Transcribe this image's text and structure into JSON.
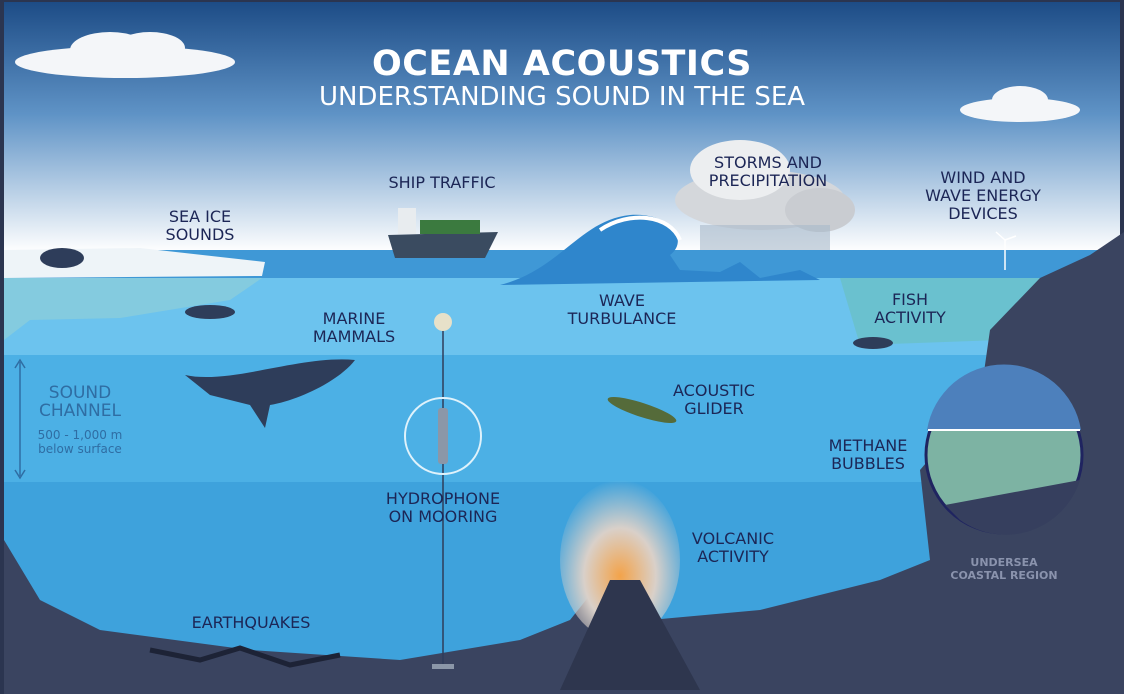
{
  "header": {
    "title": "OCEAN ACOUSTICS",
    "subtitle": "UNDERSTANDING SOUND IN THE SEA"
  },
  "labels": {
    "sea_ice": [
      "SEA ICE",
      "SOUNDS"
    ],
    "ship": [
      "SHIP TRAFFIC"
    ],
    "storms": [
      "STORMS AND",
      "PRECIPITATION"
    ],
    "wind": [
      "WIND AND",
      "WAVE ENERGY",
      "DEVICES"
    ],
    "mammals": [
      "MARINE",
      "MAMMALS"
    ],
    "wave": [
      "WAVE",
      "TURBULANCE"
    ],
    "fish": [
      "FISH",
      "ACTIVITY"
    ],
    "glider": [
      "ACOUSTIC",
      "GLIDER"
    ],
    "methane": [
      "METHANE",
      "BUBBLES"
    ],
    "hydrophone": [
      "HYDROPHONE",
      "ON MOORING"
    ],
    "volcanic": [
      "VOLCANIC",
      "ACTIVITY"
    ],
    "earthquakes": [
      "EARTHQUAKES"
    ]
  },
  "sound_channel": {
    "title": [
      "SOUND",
      "CHANNEL"
    ],
    "depth": "500 - 1,000 m",
    "note": "below surface"
  },
  "inset": {
    "caption": [
      "UNDERSEA",
      "COASTAL REGION"
    ]
  },
  "colors": {
    "sky_top": "#1d4c86",
    "sky_bottom": "#ffffff",
    "surface": "#3f98d6",
    "upper_water": "#6cc3ee",
    "sound_channel": "#4cb0e5",
    "deep_water": "#3ea2dc",
    "seafloor": "#3a4460",
    "label": "#1c2656"
  }
}
